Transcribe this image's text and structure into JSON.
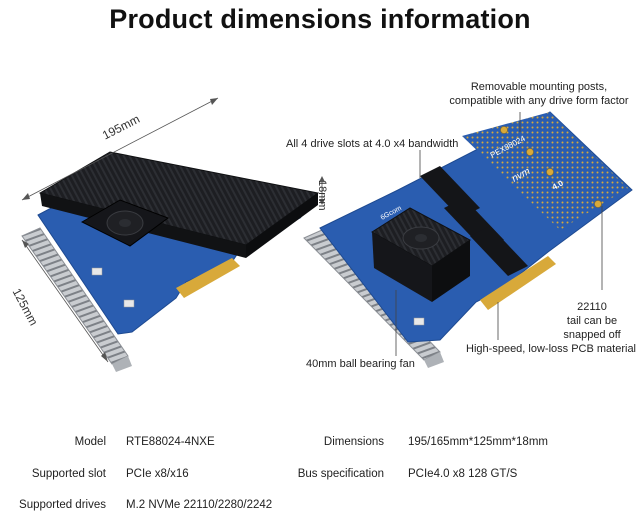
{
  "title": "Product dimensions information",
  "dimensions_labels": {
    "length": "195mm",
    "height": "18mm",
    "width": "125mm"
  },
  "annotations": {
    "mounting_posts": "Removable mounting posts,\ncompatible with any drive form factor",
    "drive_slots": "All 4 drive slots at 4.0 x4 bandwidth",
    "tail": "22110\ntail can be snapped off",
    "pcb": "High-speed, low-loss PCB material",
    "fan": "40mm ball bearing fan"
  },
  "board_text": {
    "model_print": "PEX88024",
    "nvme": "nvm",
    "gen": "4.0",
    "brand": "6Gcom"
  },
  "specs": [
    {
      "label": "Model",
      "value": "RTE88024-4NXE"
    },
    {
      "label": "Dimensions",
      "value": "195/165mm*125mm*18mm"
    },
    {
      "label": "Supported slot",
      "value": "PCIe x8/x16"
    },
    {
      "label": "Bus specification",
      "value": "PCIe4.0 x8 128 GT/S"
    },
    {
      "label": "Supported drives",
      "value": "M.2 NVMe 22110/2280/2242"
    }
  ],
  "colors": {
    "pcb_blue": "#2a5db0",
    "heatsink_black": "#1b1c1f",
    "gold": "#d8a93a",
    "bracket_silver": "#c9ccd0"
  }
}
